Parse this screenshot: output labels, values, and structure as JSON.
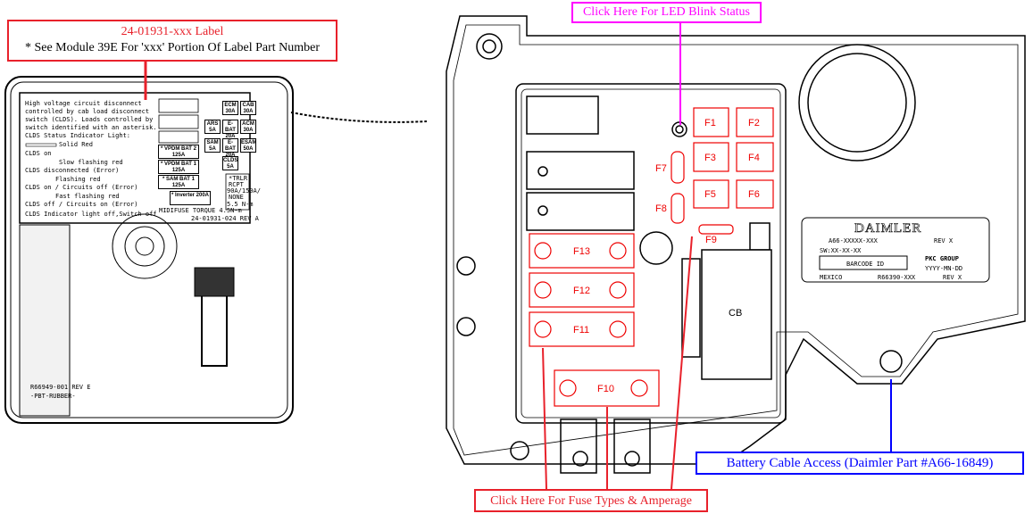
{
  "callouts": {
    "label_title": "24-01931-xxx Label",
    "label_note": "* See Module 39E For 'xxx' Portion Of Label Part Number",
    "led": "Click Here For LED Blink Status",
    "fuse": "Click Here For Fuse Types & Amperage",
    "battery": "Battery Cable Access (Daimler Part #A66-16849)"
  },
  "colors": {
    "label": "#e8212b",
    "led": "#ff00ff",
    "fuse": "#e8212b",
    "battery": "#0000ff"
  },
  "module_label": {
    "lines": [
      "High voltage circuit disconnect",
      "controlled by cab load disconnect",
      "switch (CLDS).  Loads controlled by",
      "switch identified with an asterisk.",
      "CLDS Status Indicator Light:",
      "Solid Red",
      "CLDS on",
      "Slow flashing red",
      "CLDS disconnected (Error)",
      "Flashing red",
      "CLDS on / Circuits off (Error)",
      "Fast flashing red",
      "CLDS off / Circuits on (Error)",
      "CLDS Indicator light off,Switch off"
    ],
    "fuses": [
      "ECM 30A",
      "CAB 30A",
      "ARS 5A",
      "E-BAT 20A",
      "ACM 30A",
      "SAM 5A",
      "E-BAT 20A",
      "ESAM 50A",
      "CLDS 5A"
    ],
    "midi": [
      "* VPDM BAT 2 125A",
      "* VPDM BAT 1 125A",
      "* SAM BAT 1 125A",
      "* Inverter 200A"
    ],
    "trlr": [
      "*TRLR",
      "RCPT",
      "90A/150A/",
      "NONE",
      "5.5 N-m"
    ],
    "torque": "MIDIFUSE TORQUE 4.5N-m",
    "part": "24-01931-024 REV A",
    "rubber1": "R66949-001 REV E",
    "rubber2": "-PBT-RUBBER-"
  },
  "fuses": [
    "F1",
    "F2",
    "F3",
    "F4",
    "F5",
    "F6",
    "F7",
    "F8",
    "F9",
    "F10",
    "F11",
    "F12",
    "F13"
  ],
  "cb": "CB",
  "daimler": {
    "brand": "DAIMLER",
    "part": "A66-XXXXX-XXX",
    "rev": "REV X",
    "sw": "SW:XX-XX-XX",
    "barcode": "BARCODE ID",
    "group": "PKC GROUP",
    "date": "YYYY-MN-DD",
    "country": "MEXICO",
    "code": "R66390-XXX",
    "rev2": "REV X"
  }
}
